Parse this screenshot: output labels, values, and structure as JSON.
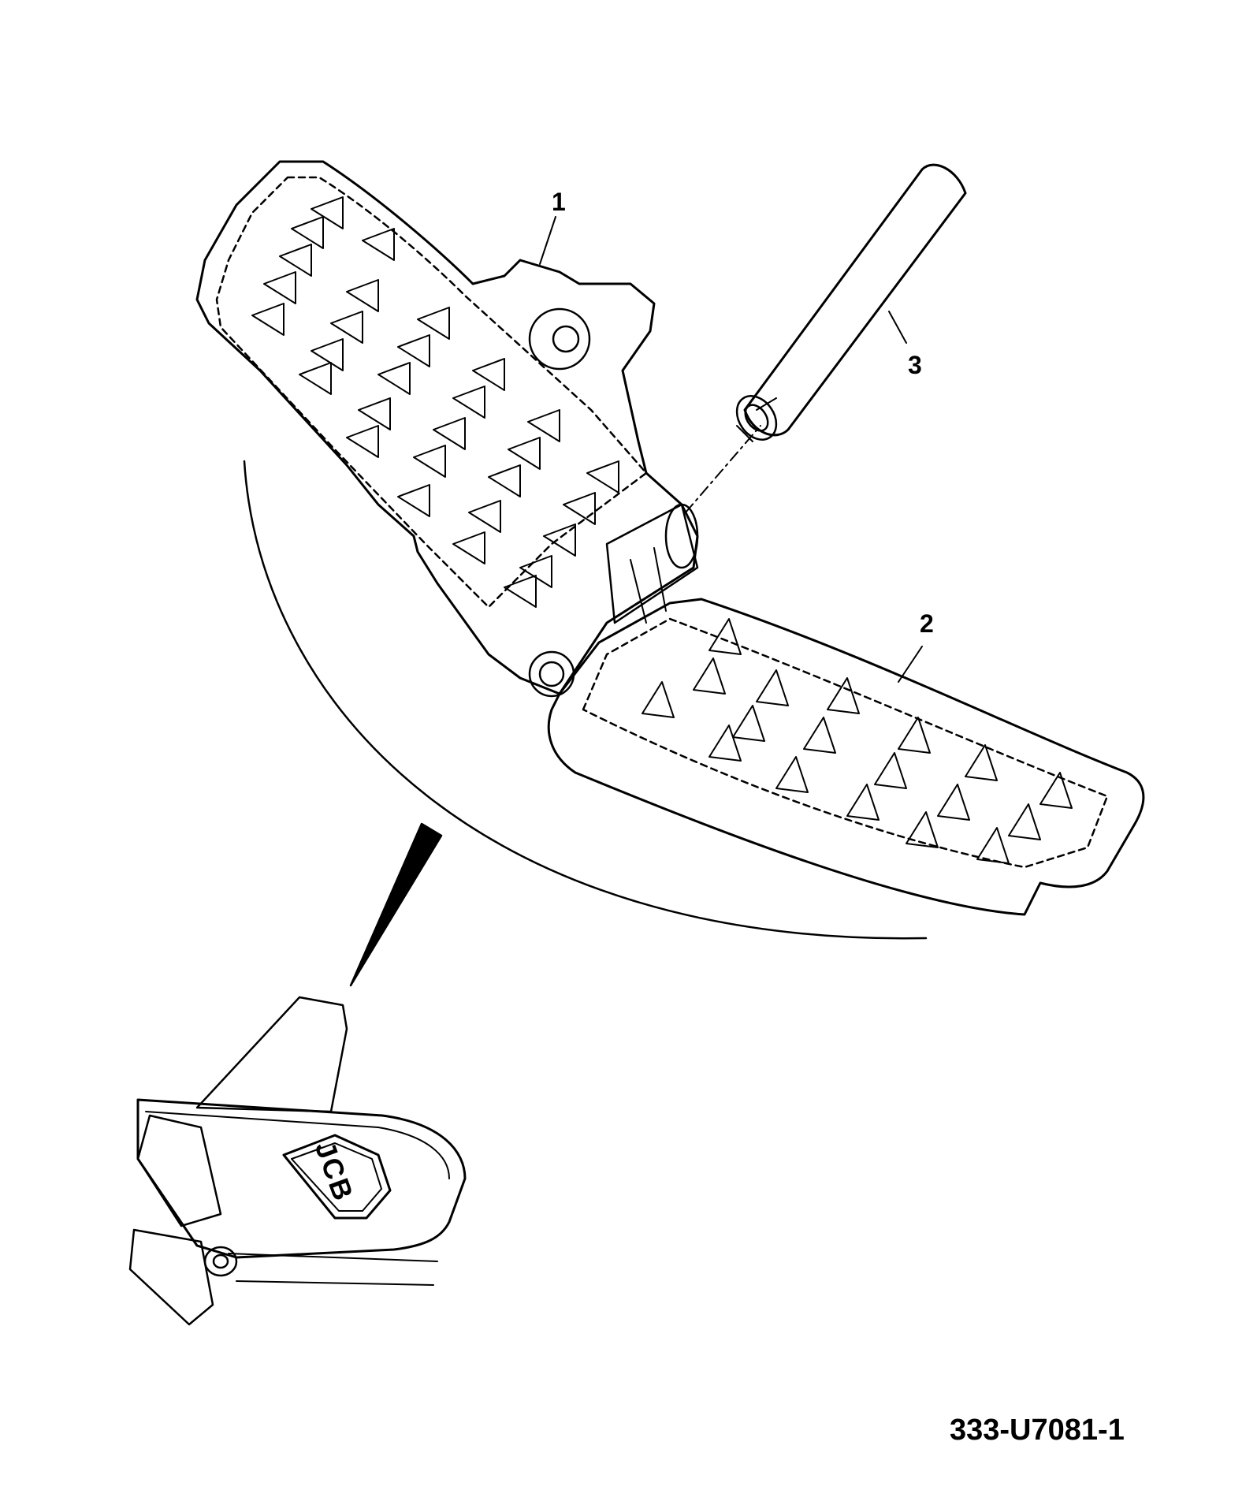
{
  "diagram": {
    "callouts": [
      {
        "id": "1",
        "label": "1"
      },
      {
        "id": "2",
        "label": "2"
      },
      {
        "id": "3",
        "label": "3"
      }
    ],
    "logo_text": "JCB",
    "reference_number": "333-U7081-1",
    "line_color": "#000000",
    "background": "#ffffff"
  }
}
